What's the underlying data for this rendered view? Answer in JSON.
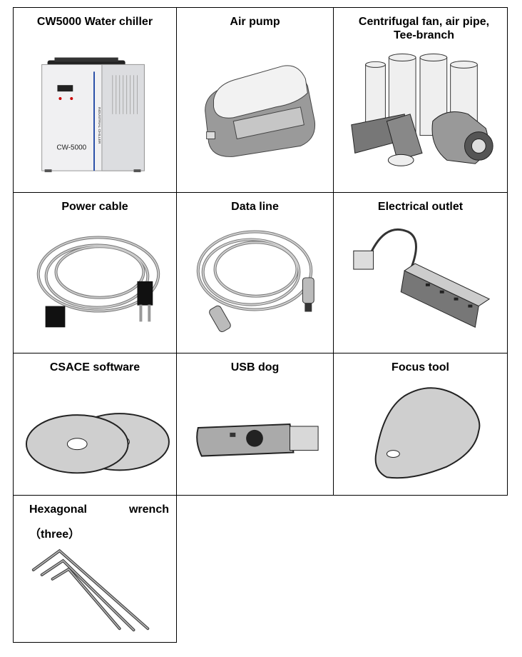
{
  "items": [
    {
      "label": "CW5000 Water chiller",
      "device_text": "CW-5000",
      "side_text": "INDUSTRIAL CHILLER"
    },
    {
      "label": "Air pump"
    },
    {
      "label": "Centrifugal fan, air pipe, Tee-branch"
    },
    {
      "label": "Power cable"
    },
    {
      "label": "Data line"
    },
    {
      "label": "Electrical outlet"
    },
    {
      "label": "CSACE software"
    },
    {
      "label": "USB dog"
    },
    {
      "label": "Focus tool"
    },
    {
      "label_line1": "Hexagonal wrench",
      "label_line2": "（three）"
    }
  ]
}
